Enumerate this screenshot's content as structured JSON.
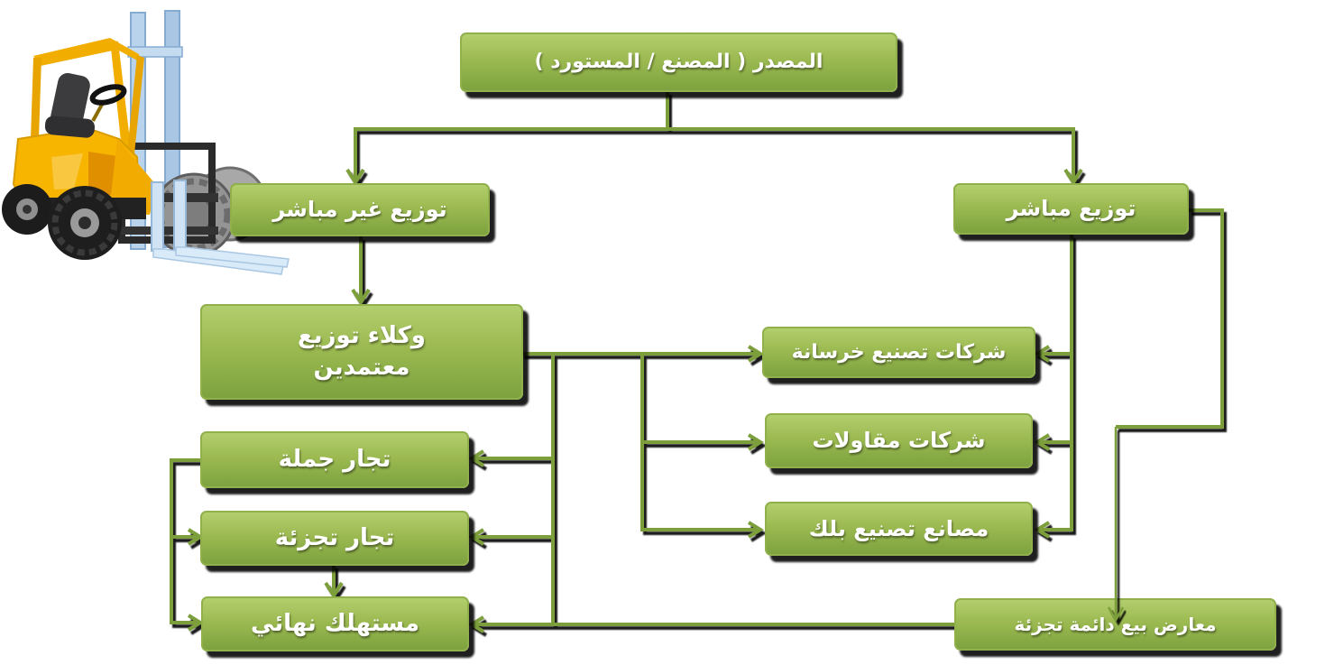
{
  "diagram": {
    "description": "Building-materials distribution channels flowchart (Arabic, RTL)",
    "colors": {
      "box_gradient_top": "#b2ce6e",
      "box_gradient_bottom": "#7da23f",
      "box_border": "#8fb04a",
      "connector_green": "#7b9f3b",
      "shadow_black": "#000000",
      "text_white": "#ffffff",
      "background": "#ffffff"
    },
    "nodes": {
      "source": {
        "label": "المصدر ( المصنع / المستورد )"
      },
      "indirect": {
        "label": "توزيع غير مباشر"
      },
      "direct": {
        "label": "توزيع مباشر"
      },
      "agents": {
        "label": "وكلاء توزيع معتمدين"
      },
      "concrete": {
        "label": "شركات تصنيع خرسانة"
      },
      "contracting": {
        "label": "شركات مقاولات"
      },
      "block": {
        "label": "مصانع تصنيع بلك"
      },
      "wholesale": {
        "label": "تجار جملة"
      },
      "retail": {
        "label": "تجار تجزئة"
      },
      "consumer": {
        "label": "مستهلك نهائي"
      },
      "showrooms": {
        "label": "معارض بيع دائمة تجزئة"
      }
    },
    "illustration": {
      "name": "forklift-clipart",
      "body_color": "#f7b500",
      "mast_color": "#b9d3ec",
      "wheel_color": "#1e1e1e"
    }
  }
}
